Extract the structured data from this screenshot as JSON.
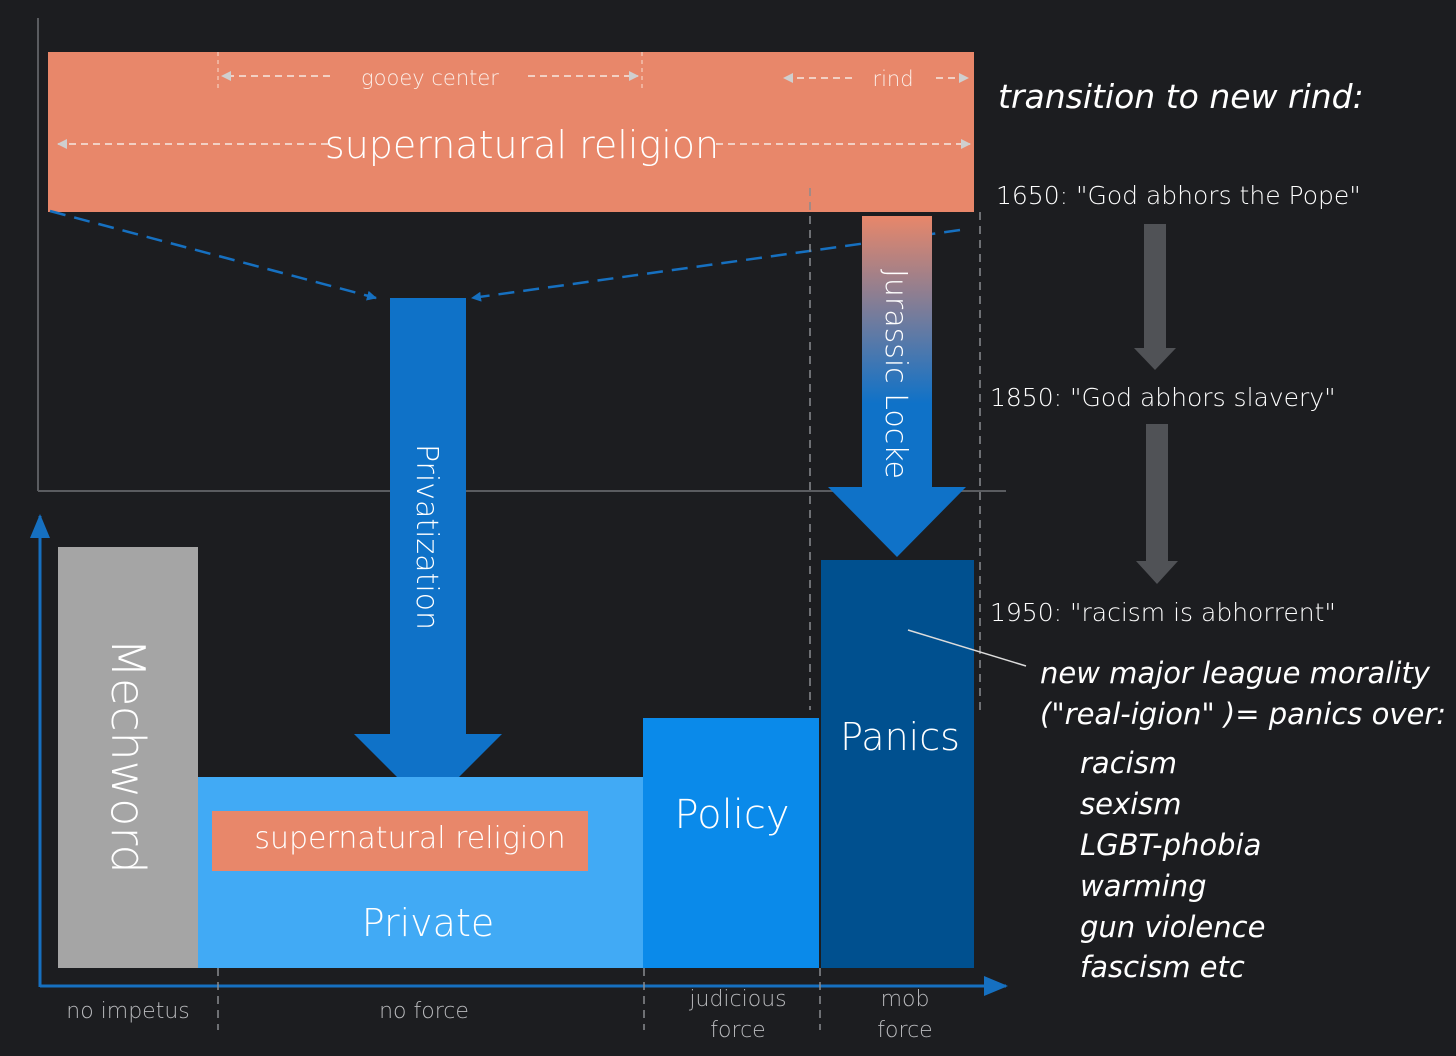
{
  "colors": {
    "background": "#1c1d20",
    "religion_orange": "#e8876a",
    "private_light_blue": "#41aaf5",
    "policy_blue": "#0a8aea",
    "panics_dark_blue": "#00508f",
    "arrow_blue": "#0f72c8",
    "mechword_gray": "#a5a5a5",
    "timeline_arrow_gray": "#505256",
    "axis_blue": "#1670c0"
  },
  "top_bar": {
    "label": "supernatural religion",
    "gooey_center_label": "gooey center",
    "rind_label": "rind"
  },
  "arrows": {
    "privatization": "Privatization",
    "jurassic_locke": "Jurassic Locke"
  },
  "bottom_blocks": {
    "mechword": "Mechword",
    "private": "Private",
    "private_inner": "supernatural religion",
    "policy": "Policy",
    "panics": "Panics"
  },
  "x_axis_categories": [
    {
      "id": "no-impetus",
      "lines": [
        "no impetus"
      ]
    },
    {
      "id": "no-force",
      "lines": [
        "no force"
      ]
    },
    {
      "id": "judicious-force",
      "lines": [
        "judicious",
        "force"
      ]
    },
    {
      "id": "mob-force",
      "lines": [
        "mob",
        "force"
      ]
    }
  ],
  "timeline": {
    "heading": "transition to new rind:",
    "entries": [
      "1650: \"God abhors the Pope\"",
      "1850: \"God abhors slavery\"",
      "1950: \"racism is abhorrent\""
    ]
  },
  "annotation": {
    "line1": "new major league morality",
    "line2": "(\"real-igion\" )= panics over:",
    "items": [
      "racism",
      "sexism",
      "LGBT-phobia",
      "warming",
      "gun violence",
      "fascism etc"
    ]
  }
}
